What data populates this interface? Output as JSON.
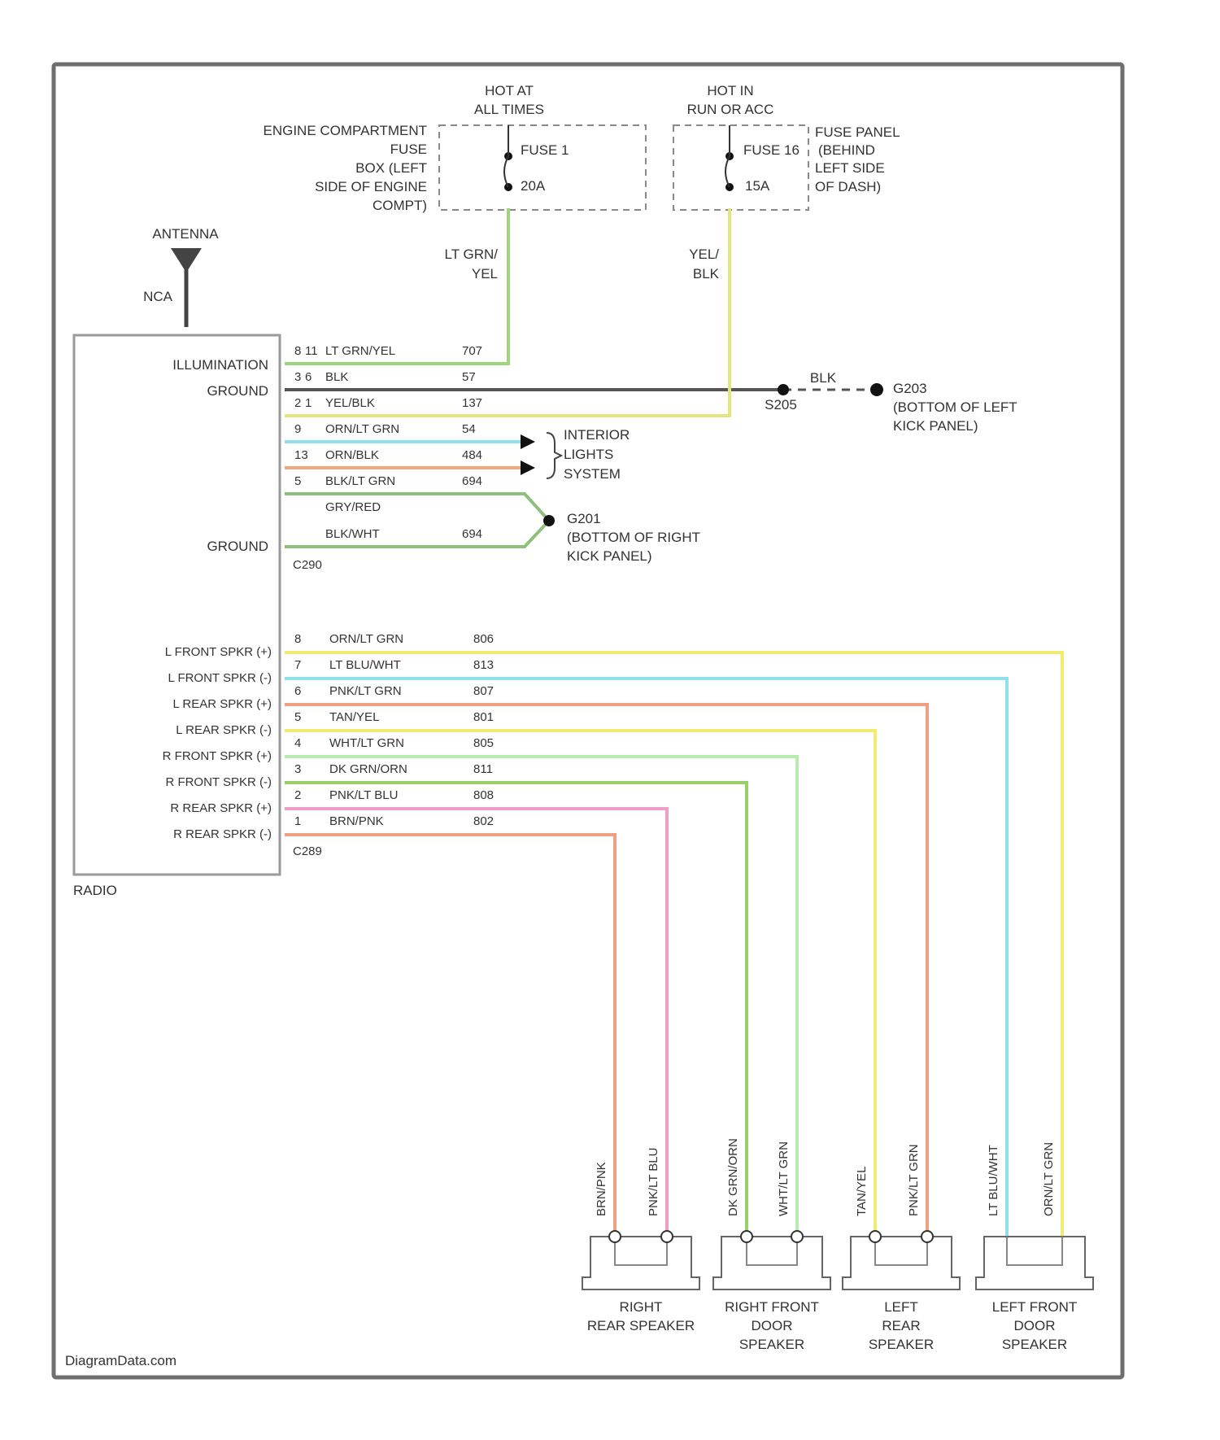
{
  "colors": {
    "border": "#6f6f6f",
    "lt_green": "#9ed67a",
    "yellow": "#e3e67a",
    "dark_gray": "#555555",
    "light_blue": "#8fe0ea",
    "orange": "#f2a77a",
    "green": "#8cc07c",
    "pink": "#ee9ec8",
    "yellow_bright": "#f2ec70",
    "salmon": "#f0a080",
    "light_green": "#b6ecb0",
    "grass": "#98cf6a"
  },
  "fuses": {
    "hot_at_all_times": "HOT AT ALL TIMES",
    "hot_in_run_or_acc": "HOT IN RUN OR ACC",
    "engine_box": "ENGINE COMPARTMENT FUSE BOX (LEFT SIDE OF ENGINE COMPT)",
    "engine_box_lines": [
      "ENGINE COMPARTMENT",
      "FUSE",
      "BOX (LEFT",
      "SIDE OF ENGINE",
      "COMPT)"
    ],
    "fuse1": "FUSE 1",
    "fuse1_amp": "20A",
    "fuse_panel_lines": [
      "FUSE PANEL",
      "(BEHIND",
      "LEFT SIDE",
      "OF DASH)"
    ],
    "fuse16": "FUSE 16",
    "fuse16_amp": "15A"
  },
  "wires_top": {
    "ltgrn_yel": [
      "LT GRN/",
      "YEL"
    ],
    "yel_blk": [
      "YEL/",
      "BLK"
    ]
  },
  "antenna": {
    "label": "ANTENNA",
    "nca": "NCA"
  },
  "radio": {
    "name": "RADIO",
    "left_labels": [
      "ILLUMINATION",
      "GROUND",
      "GROUND"
    ],
    "connector_a": "C290",
    "connector_b": "C289",
    "top_pins": [
      {
        "pin": "8",
        "sub": "11",
        "color_code": "LT GRN/YEL",
        "circuit": "707"
      },
      {
        "pin": "3",
        "sub": "6",
        "color_code": "BLK",
        "circuit": "57"
      },
      {
        "pin": "2",
        "sub": "1",
        "color_code": "YEL/BLK",
        "circuit": "137"
      },
      {
        "pin": "9",
        "sub": "",
        "color_code": "ORN/LT GRN",
        "circuit": "54"
      },
      {
        "pin": "13",
        "sub": "",
        "color_code": "ORN/BLK",
        "circuit": "484"
      },
      {
        "pin": "5",
        "sub": "",
        "color_code": "BLK/LT GRN",
        "circuit": "694"
      },
      {
        "pin": "",
        "sub": "",
        "color_code": "GRY/RED",
        "circuit": ""
      },
      {
        "pin": "",
        "sub": "",
        "color_code": "BLK/WHT",
        "circuit": "694"
      }
    ],
    "speaker_labels": [
      "L FRONT SPKR (+)",
      "L FRONT SPKR (-)",
      "L REAR SPKR (+)",
      "L REAR SPKR (-)",
      "R FRONT SPKR (+)",
      "R FRONT SPKR (-)",
      "R REAR SPKR (+)",
      "R REAR SPKR (-)"
    ],
    "speaker_pins": [
      {
        "pin": "8",
        "color_code": "ORN/LT GRN",
        "circuit": "806"
      },
      {
        "pin": "7",
        "color_code": "LT BLU/WHT",
        "circuit": "813"
      },
      {
        "pin": "6",
        "color_code": "PNK/LT GRN",
        "circuit": "807"
      },
      {
        "pin": "5",
        "color_code": "TAN/YEL",
        "circuit": "801"
      },
      {
        "pin": "4",
        "color_code": "WHT/LT GRN",
        "circuit": "805"
      },
      {
        "pin": "3",
        "color_code": "DK GRN/ORN",
        "circuit": "811"
      },
      {
        "pin": "2",
        "color_code": "PNK/LT BLU",
        "circuit": "808"
      },
      {
        "pin": "1",
        "color_code": "BRN/PNK",
        "circuit": "802"
      }
    ]
  },
  "grounds": {
    "s205": "S205",
    "blk": "BLK",
    "g203": "G203",
    "g203_loc": [
      "(BOTTOM OF LEFT",
      "KICK PANEL)"
    ],
    "g201": "G201",
    "g201_loc": [
      "(BOTTOM OF RIGHT",
      "KICK PANEL)"
    ]
  },
  "interior": [
    "INTERIOR",
    "LIGHTS",
    "SYSTEM"
  ],
  "speakers": [
    {
      "name_lines": [
        "RIGHT",
        "REAR SPEAKER"
      ],
      "wires": [
        "BRN/PNK",
        "PNK/LT BLU"
      ]
    },
    {
      "name_lines": [
        "RIGHT FRONT",
        "DOOR",
        "SPEAKER"
      ],
      "wires": [
        "DK GRN/ORN",
        "WHT/LT GRN"
      ]
    },
    {
      "name_lines": [
        "LEFT",
        "REAR",
        "SPEAKER"
      ],
      "wires": [
        "TAN/YEL",
        "PNK/LT GRN"
      ]
    },
    {
      "name_lines": [
        "LEFT FRONT",
        "DOOR",
        "SPEAKER"
      ],
      "wires": [
        "LT BLU/WHT",
        "ORN/LT GRN"
      ]
    }
  ],
  "watermark": "DiagramData.com"
}
